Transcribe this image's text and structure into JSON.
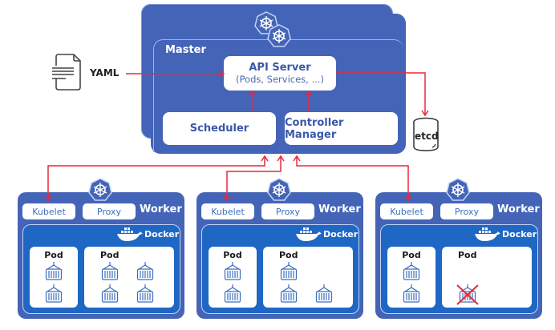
{
  "master": {
    "label": "Master",
    "api_server": {
      "title": "API Server",
      "subtitle": "(Pods, Services, ...)"
    },
    "scheduler": "Scheduler",
    "controller_manager": "Controller Manager"
  },
  "yaml": {
    "label": "YAML"
  },
  "etcd": {
    "label": "etcd"
  },
  "workers": [
    {
      "label": "Worker",
      "kubelet": "Kubelet",
      "proxy": "Proxy",
      "runtime": "Docker",
      "pods": [
        {
          "label": "Pod",
          "containers": 2,
          "failed": 0
        },
        {
          "label": "Pod",
          "containers": 4,
          "failed": 0
        }
      ]
    },
    {
      "label": "Worker",
      "kubelet": "Kubelet",
      "proxy": "Proxy",
      "runtime": "Docker",
      "pods": [
        {
          "label": "Pod",
          "containers": 2,
          "failed": 0
        },
        {
          "label": "Pod",
          "containers": 3,
          "failed": 0
        }
      ]
    },
    {
      "label": "Worker",
      "kubelet": "Kubelet",
      "proxy": "Proxy",
      "runtime": "Docker",
      "pods": [
        {
          "label": "Pod",
          "containers": 2,
          "failed": 0
        },
        {
          "label": "Pod",
          "containers": 1,
          "failed": 1
        }
      ]
    }
  ],
  "colors": {
    "panel": "#4464b8",
    "docker": "#1f67c4",
    "arrow": "#e8283c",
    "text_blue": "#3a58a8"
  }
}
